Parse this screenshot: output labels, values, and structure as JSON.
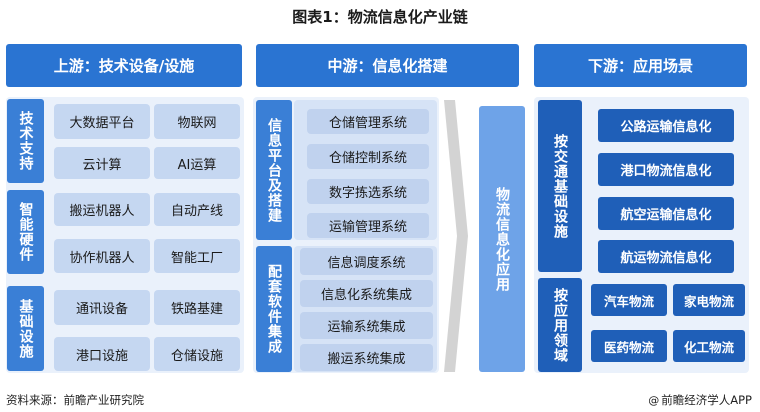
{
  "title": "图表1：物流信息化产业链",
  "headers": {
    "upstream": "上游：技术设备/设施",
    "midstream": "中游：信息化搭建",
    "downstream": "下游：应用场景"
  },
  "upstream": {
    "groups": [
      {
        "label": "技术支持",
        "items": [
          "大数据平台",
          "物联网",
          "云计算",
          "AI运算"
        ]
      },
      {
        "label": "智能硬件",
        "items": [
          "搬运机器人",
          "自动产线",
          "协作机器人",
          "智能工厂"
        ]
      },
      {
        "label": "基础设施",
        "items": [
          "通讯设备",
          "铁路基建",
          "港口设施",
          "仓储设施"
        ]
      }
    ]
  },
  "midstream": {
    "groups": [
      {
        "label": "信息平台及搭建",
        "items": [
          "仓储管理系统",
          "仓储控制系统",
          "数字拣选系统",
          "运输管理系统"
        ]
      },
      {
        "label": "配套软件集成",
        "items": [
          "信息调度系统",
          "信息化系统集成",
          "运输系统集成",
          "搬运系统集成"
        ]
      }
    ],
    "application": "物流信息化应用"
  },
  "downstream": {
    "groups": [
      {
        "label": "按交通基础设施",
        "items": [
          "公路运输信息化",
          "港口物流信息化",
          "航空运输信息化",
          "航运物流信息化"
        ]
      },
      {
        "label": "按应用领域",
        "items": [
          "汽车物流",
          "家电物流",
          "医药物流",
          "化工物流"
        ]
      }
    ]
  },
  "footer": {
    "source": "资料来源：前瞻产业研究院",
    "copyright_symbol": "@",
    "brand": "前瞻经济学人APP"
  },
  "colors": {
    "header_blue": "#2a74d2",
    "dark_blue": "#1f5fb8",
    "light_blue": "#c5d7f1",
    "panel_bg": "#eaf1fb"
  }
}
